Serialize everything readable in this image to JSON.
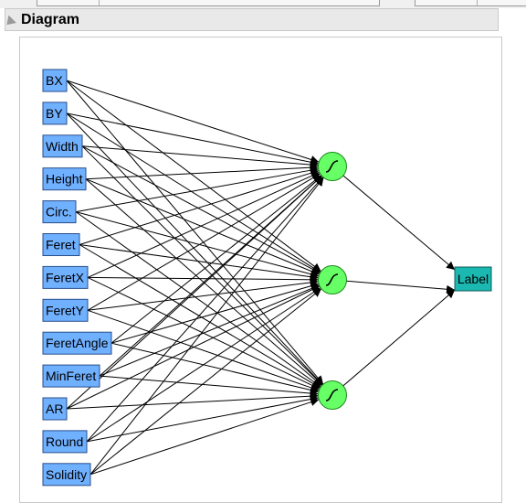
{
  "outline": {
    "title": "Diagram"
  },
  "network": {
    "inputs": [
      "BX",
      "BY",
      "Width",
      "Height",
      "Circ.",
      "Feret",
      "FeretX",
      "FeretY",
      "FeretAngle",
      "MinFeret",
      "AR",
      "Round",
      "Solidity"
    ],
    "hidden_nodes": [
      "sigmoid-activation",
      "sigmoid-activation",
      "sigmoid-activation"
    ],
    "output": "Label",
    "colors": {
      "input_fill": "#6fb0ff",
      "input_border": "#2a4e8a",
      "hidden_fill": "#66ff66",
      "hidden_border": "#1d8a1d",
      "output_fill": "#1ab8b0",
      "output_border": "#0d5d5a",
      "edge": "#000000"
    }
  }
}
